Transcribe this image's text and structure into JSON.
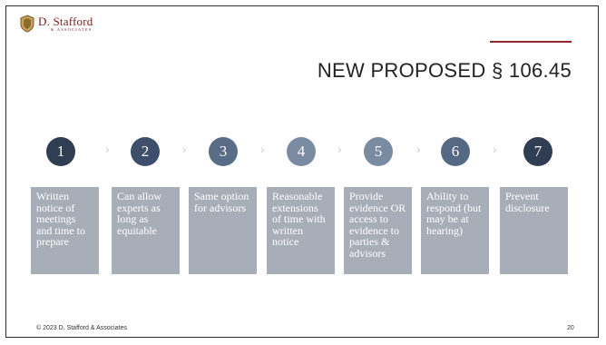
{
  "header": {
    "logo_name": "D. Stafford",
    "logo_subtitle": "& ASSOCIATES",
    "title": "NEW PROPOSED § 106.45"
  },
  "steps": [
    {
      "number": "1",
      "text": "Written notice of meetings and time to prepare",
      "color": "#2f3e52"
    },
    {
      "number": "2",
      "text": "Can allow experts as long as equitable",
      "color": "#3d4f6a"
    },
    {
      "number": "3",
      "text": "Same option for advisors",
      "color": "#5a6d86"
    },
    {
      "number": "4",
      "text": "Reasonable extensions of time with written notice",
      "color": "#7b8ba1"
    },
    {
      "number": "5",
      "text": "Provide evidence OR access to evidence to parties & advisors",
      "color": "#7a8ba2"
    },
    {
      "number": "6",
      "text": "Ability to respond (but may be at hearing)",
      "color": "#566984"
    },
    {
      "number": "7",
      "text": "Prevent disclosure",
      "color": "#2f3e52"
    }
  ],
  "chevron": "›",
  "footer": {
    "copyright": "© 2023 D. Stafford & Associates",
    "page_number": "20"
  }
}
